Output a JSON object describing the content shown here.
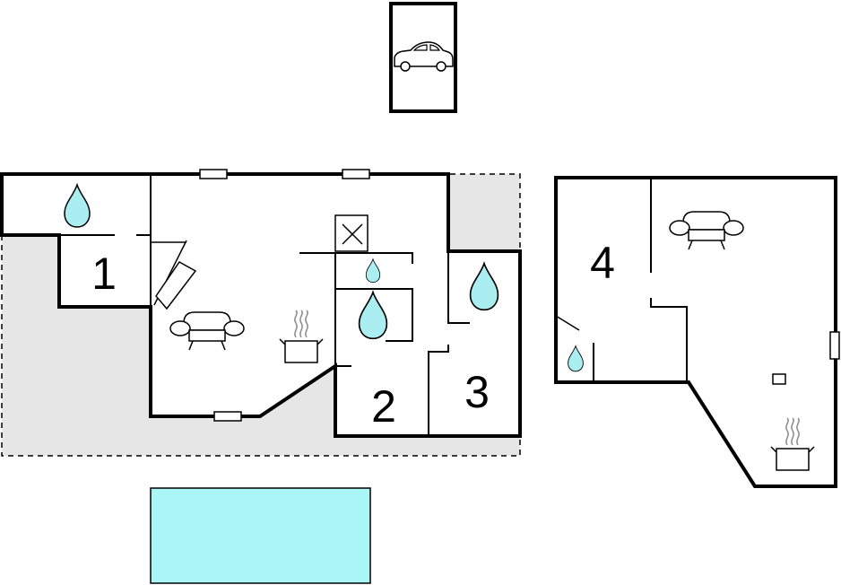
{
  "rooms": [
    {
      "id": "room-1",
      "label": "1"
    },
    {
      "id": "room-2",
      "label": "2"
    },
    {
      "id": "room-3",
      "label": "3"
    },
    {
      "id": "room-4",
      "label": "4"
    }
  ],
  "colors": {
    "terrace": "#e6e6e6",
    "pool": "#aaf5f5",
    "water": "#aaeef2",
    "wall": "#000000",
    "background": "#ffffff"
  },
  "icons": [
    "car-icon",
    "water-drop-icon",
    "sofa-icon",
    "cooking-pot-icon",
    "chimney-cross-icon",
    "window-icon"
  ]
}
